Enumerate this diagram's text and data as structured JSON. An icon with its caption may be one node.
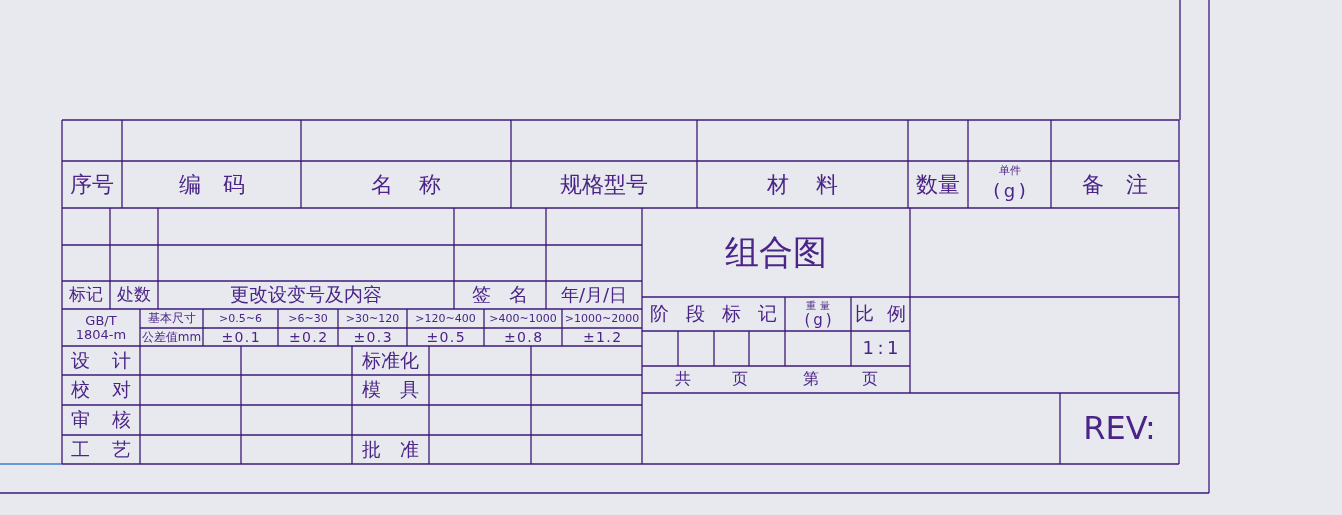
{
  "diagram": {
    "labels": [
      "序号",
      "编码",
      "名称",
      "规格型号",
      "材料",
      "数量",
      "单件",
      "(g)",
      "备注",
      "标记",
      "处数",
      "更改设变号及内容",
      "签名",
      "年/月/日",
      "组合图",
      "GB/T 1804-m",
      "基本尺寸",
      ">0.5~6",
      ">6~30",
      ">30~120",
      ">120~400",
      ">400~1000",
      ">1000~2000",
      "阶段标记",
      "重量",
      "(g)",
      "比例",
      "公差值mm",
      "±0.1",
      "±0.2",
      "±0.3",
      "±0.5",
      "±0.8",
      "±1.2",
      "1:1",
      "设计",
      "标准化",
      "共",
      "页",
      "第",
      "页",
      "校对",
      "模具",
      "审核",
      "工艺",
      "批准",
      "REV:"
    ]
  }
}
